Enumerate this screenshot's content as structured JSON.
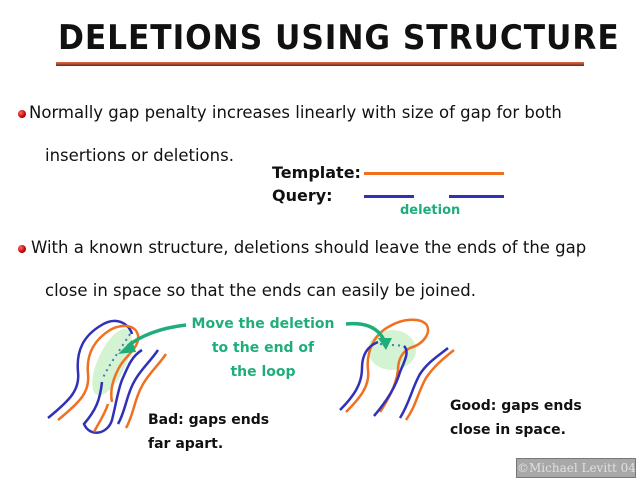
{
  "slide": {
    "title": "DELETIONS USING STRUCTURE",
    "bullets": [
      {
        "line1": "Normally gap penalty increases linearly with size of gap for both",
        "line2": "insertions or deletions."
      },
      {
        "line1": "With a known structure, deletions should leave the ends of the gap",
        "line2": "close in space so that the ends can easily be joined."
      }
    ],
    "alignment_diagram": {
      "template_label": "Template:",
      "query_label": "Query:",
      "deletion_label": "deletion"
    },
    "structure_diagram": {
      "annotation": [
        "Move the deletion",
        "to the end of",
        "the loop"
      ],
      "bad_caption": [
        "Bad: gaps ends",
        "far apart."
      ],
      "good_caption": [
        "Good: gaps ends",
        "close in space."
      ]
    },
    "credit": "©Michael Levitt 04",
    "colors": {
      "template_line": "#f07020",
      "query_line": "#3030b8",
      "annotation_green": "#1fae7a",
      "highlight_green": "#c8f0c8",
      "bullet_red": "#c00000",
      "title_rule": "#c0502a"
    }
  }
}
